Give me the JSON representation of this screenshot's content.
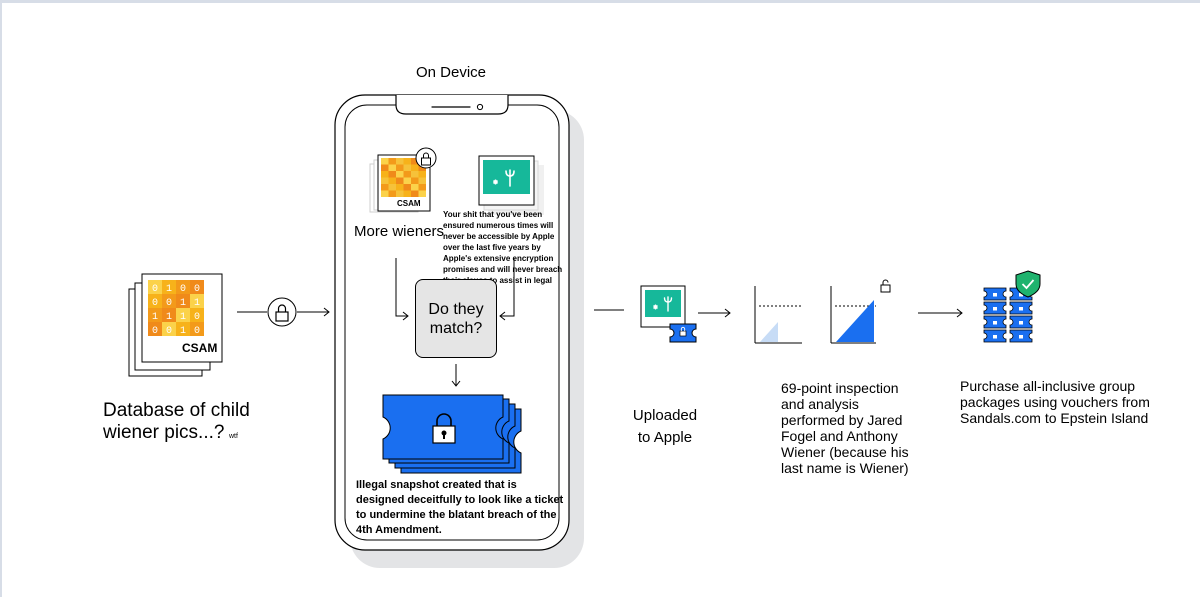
{
  "title": "On Device",
  "database": {
    "label": "Database of child\nwiener pics...?",
    "aside": "wtf",
    "badge": "CSAM",
    "bits": [
      [
        "0",
        "1",
        "0",
        "0"
      ],
      [
        "0",
        "0",
        "1",
        "1"
      ],
      [
        "1",
        "1",
        "1",
        "0"
      ],
      [
        "0",
        "0",
        "1",
        "0"
      ]
    ]
  },
  "device": {
    "csam_badge": "CSAM",
    "more_label": "More wieners",
    "note": "Your shit that you've been ensured numerous times will never be accessible by Apple over the last five years by Apple's extensive encryption promises and will never breach their clause to assist in legal battles",
    "match_question": "Do they\nmatch?",
    "snapshot_caption": "Illegal snapshot created that is designed deceitfully to look like a ticket to undermine the blatant breach of the 4th Amendment."
  },
  "upload": {
    "label": "Uploaded\nto Apple"
  },
  "inspection": {
    "label": "69-point inspection\nand analysis\nperformed by Jared\nFogel and Anthony\nWiener (because his\nlast name is Wiener)"
  },
  "purchase": {
    "label": "Purchase all-inclusive group\npackages using vouchers from\nSandals.com to Epstein Island"
  },
  "colors": {
    "apple_blue": "#1a6ff0",
    "teal": "#16b89a",
    "csam_yellow": "#f7b21a",
    "csam_orange": "#f08a1a",
    "check_green": "#1fb36e",
    "phone_shadow": "#e3e4e6",
    "gray_box": "#e5e5e5"
  }
}
